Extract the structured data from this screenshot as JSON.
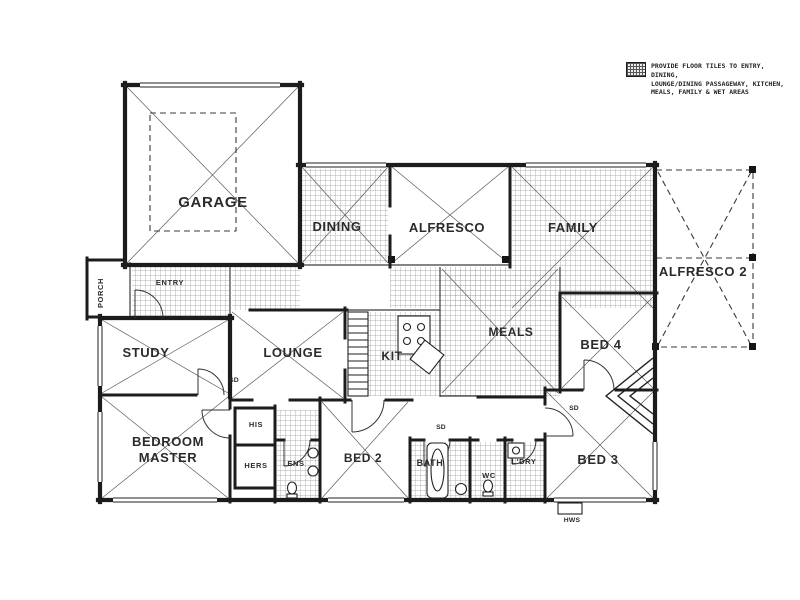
{
  "note": {
    "lines": [
      "PROVIDE FLOOR TILES TO ENTRY, DINING,",
      "LOUNGE/DINING PASSAGEWAY, KITCHEN,",
      "MEALS, FAMILY & WET AREAS"
    ]
  },
  "rooms": {
    "garage": "GARAGE",
    "porch": "PORCH",
    "entry": "ENTRY",
    "dining": "DINING",
    "alfresco": "ALFRESCO",
    "family": "FAMILY",
    "alfresco2": "ALFRESCO 2",
    "study": "STUDY",
    "lounge": "LOUNGE",
    "kitchen": "KIT",
    "meals": "MEALS",
    "bed4": "BED 4",
    "master_line1": "BEDROOM",
    "master_line2": "MASTER",
    "his": "HIS",
    "hers": "HERS",
    "ens": "ENS",
    "bed2": "BED 2",
    "bath": "BATH",
    "wc": "WC",
    "ldry": "L'DRY",
    "bed3": "BED 3"
  },
  "annotations": {
    "smoke_detector": "SD",
    "hot_water_system": "HWS"
  },
  "colors": {
    "wall": "#1c1c1c",
    "diagonal": "#5a5a5a",
    "tile_grid": "#979797",
    "label_text": "#2b2b2b",
    "background": "#ffffff"
  }
}
